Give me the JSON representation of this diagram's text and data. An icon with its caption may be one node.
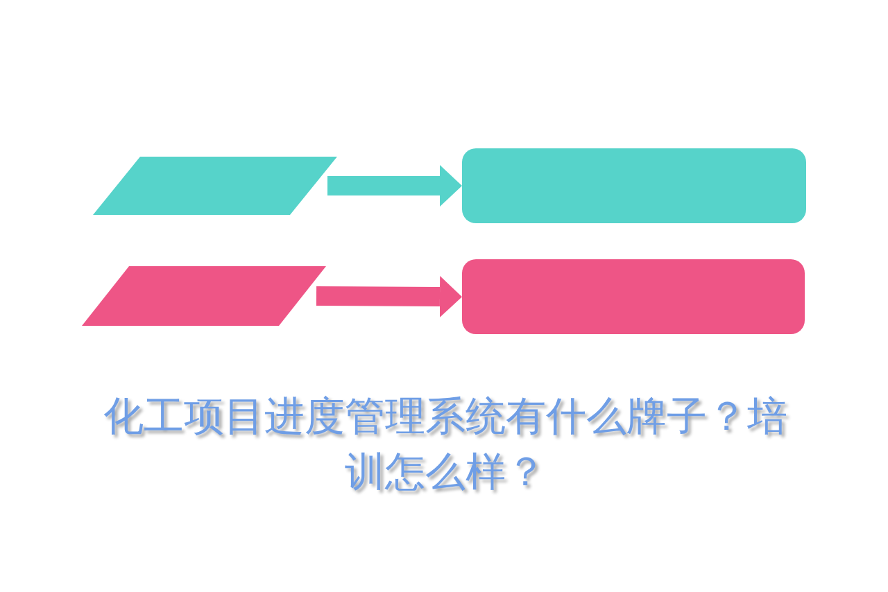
{
  "diagram": {
    "title": "化工项目进度管理系统有什么牌子？培训怎么样？",
    "nodes": [
      {
        "text": [],
        "shape": "parallelogram"
      },
      {
        "text": [],
        "shape": "box"
      },
      {
        "text": [],
        "shape": "parallelogram"
      },
      {
        "text": [],
        "shape": "box"
      }
    ],
    "edges": [
      {
        "from": 0,
        "to": 1,
        "arrow": "to",
        "color": "#56d3ca"
      },
      {
        "from": 2,
        "to": 3,
        "arrow": "to",
        "color": "#ee5586"
      }
    ]
  }
}
